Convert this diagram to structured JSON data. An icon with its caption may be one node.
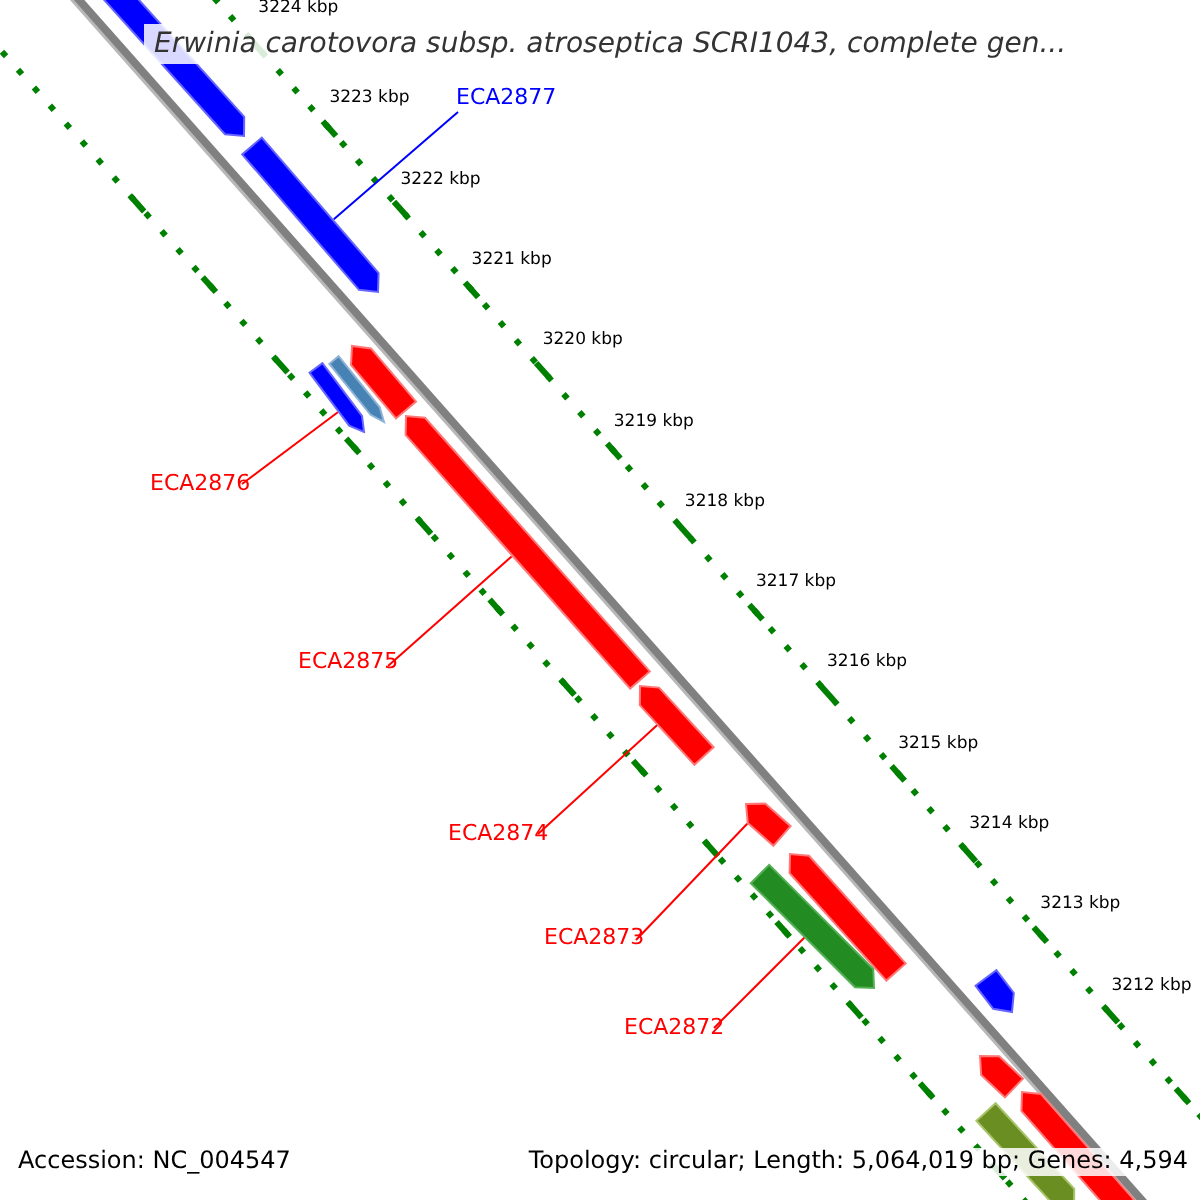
{
  "diagram": {
    "title": "Erwinia carotovora subsp. atroseptica SCRI1043, complete gen...",
    "nodes": [
      {
        "text": [],
        "shape": "bar"
      },
      {
        "text": [
          "ECA2877"
        ]
      },
      {
        "text": [],
        "shape": "bar"
      },
      {
        "text": [],
        "shape": "bar"
      },
      {
        "text": [],
        "shape": "bar"
      },
      {
        "text": [
          "ECA2876"
        ]
      },
      {
        "text": [],
        "shape": "bar"
      },
      {
        "text": [
          "ECA2875"
        ]
      },
      {
        "text": [],
        "shape": "bar"
      },
      {
        "text": [
          "ECA2874"
        ]
      },
      {
        "text": [],
        "shape": "bar"
      },
      {
        "text": [
          "ECA2873"
        ]
      },
      {
        "text": [],
        "shape": "bar"
      },
      {
        "text": [],
        "shape": "bar"
      },
      {
        "text": [
          "ECA2872"
        ]
      },
      {
        "text": [],
        "shape": "bar"
      },
      {
        "text": [],
        "shape": "bar"
      },
      {
        "text": [],
        "shape": "bar"
      },
      {
        "text": [],
        "shape": "bar"
      },
      {
        "text": [],
        "shape": "bar"
      }
    ],
    "edges": [
      {
        "from": 1,
        "to": 2,
        "arrow": "none",
        "color": "#0000ff"
      },
      {
        "from": 5,
        "to": 6,
        "arrow": "none"
      },
      {
        "from": 7,
        "to": 8,
        "arrow": "none"
      },
      {
        "from": 9,
        "to": 10,
        "arrow": "none"
      },
      {
        "from": 11,
        "to": 12,
        "arrow": "none"
      },
      {
        "from": 14,
        "to": 15,
        "arrow": "none"
      }
    ],
    "labels": [
      "3224 kbp",
      "3223 kbp",
      "3222 kbp",
      "3221 kbp",
      "3220 kbp",
      "3219 kbp",
      "3218 kbp",
      "3217 kbp",
      "3216 kbp",
      "3215 kbp",
      "3214 kbp",
      "3213 kbp",
      "3212 kbp",
      "Accession: NC_004547",
      "Topology: circular; Length: 5,064,019 bp; Genes: 4,594"
    ]
  }
}
